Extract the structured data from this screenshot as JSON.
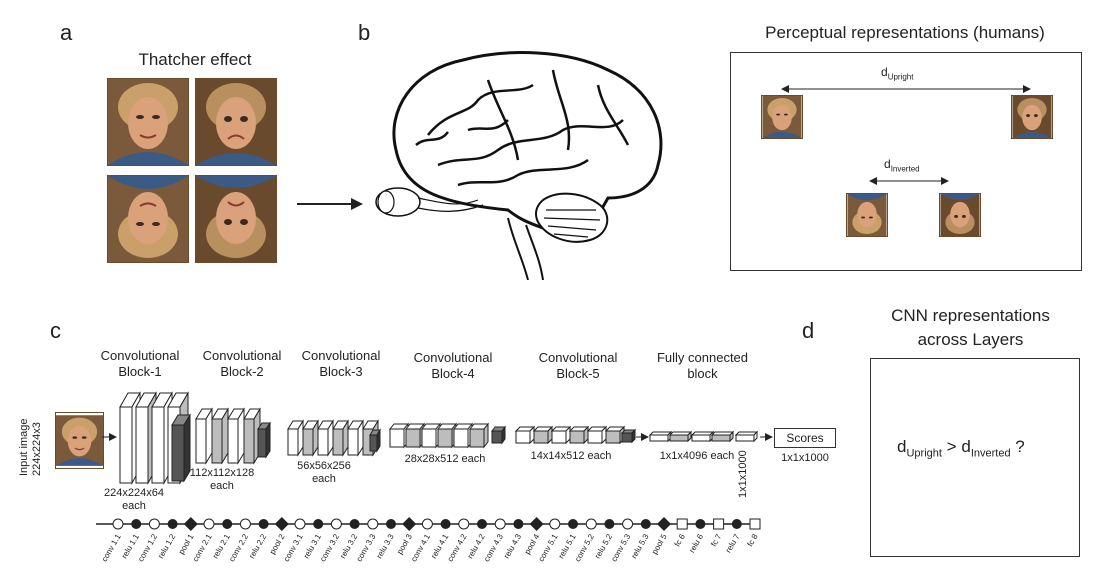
{
  "panel_a": {
    "letter": "a",
    "title": "Thatcher effect"
  },
  "panel_b": {
    "letter": "b",
    "title": "Perceptual representations (humans)",
    "d_upright_main": "d",
    "d_upright_sub": "Upright",
    "d_inverted_main": "d",
    "d_inverted_sub": "Inverted"
  },
  "panel_c": {
    "letter": "c",
    "input_label_1": "Input image",
    "input_label_2": "224x224x3",
    "blocks": [
      {
        "title_1": "Convolutional",
        "title_2": "Block-1",
        "dims_1": "224x224x64",
        "dims_2": "each"
      },
      {
        "title_1": "Convolutional",
        "title_2": "Block-2",
        "dims_1": "112x112x128",
        "dims_2": "each"
      },
      {
        "title_1": "Convolutional",
        "title_2": "Block-3",
        "dims_1": "56x56x256",
        "dims_2": "each"
      },
      {
        "title_1": "Convolutional",
        "title_2": "Block-4",
        "dims_1": "28x28x512 each",
        "dims_2": ""
      },
      {
        "title_1": "Convolutional",
        "title_2": "Block-5",
        "dims_1": "14x14x512 each",
        "dims_2": ""
      },
      {
        "title_1": "Fully connected",
        "title_2": "block",
        "dims_1": "1x1x4096 each",
        "dims_2": ""
      }
    ],
    "fc8_dims": "1x1x1000",
    "scores_label": "Scores",
    "scores_dims": "1x1x1000",
    "layers": [
      {
        "name": "conv 1.1",
        "kind": "conv"
      },
      {
        "name": "relu 1.1",
        "kind": "relu"
      },
      {
        "name": "conv 1.2",
        "kind": "conv"
      },
      {
        "name": "relu 1.2",
        "kind": "relu"
      },
      {
        "name": "pool 1",
        "kind": "pool"
      },
      {
        "name": "conv 2.1",
        "kind": "conv"
      },
      {
        "name": "relu 2.1",
        "kind": "relu"
      },
      {
        "name": "conv 2.2",
        "kind": "conv"
      },
      {
        "name": "relu 2.2",
        "kind": "relu"
      },
      {
        "name": "pool 2",
        "kind": "pool"
      },
      {
        "name": "conv 3.1",
        "kind": "conv"
      },
      {
        "name": "relu 3.1",
        "kind": "relu"
      },
      {
        "name": "conv 3.2",
        "kind": "conv"
      },
      {
        "name": "relu 3.2",
        "kind": "relu"
      },
      {
        "name": "conv 3.3",
        "kind": "conv"
      },
      {
        "name": "relu 3.3",
        "kind": "relu"
      },
      {
        "name": "pool 3",
        "kind": "pool"
      },
      {
        "name": "conv 4.1",
        "kind": "conv"
      },
      {
        "name": "relu 4.1",
        "kind": "relu"
      },
      {
        "name": "conv 4.2",
        "kind": "conv"
      },
      {
        "name": "relu 4.2",
        "kind": "relu"
      },
      {
        "name": "conv 4.3",
        "kind": "conv"
      },
      {
        "name": "relu 4.3",
        "kind": "relu"
      },
      {
        "name": "pool 4",
        "kind": "pool"
      },
      {
        "name": "conv 5.1",
        "kind": "conv"
      },
      {
        "name": "relu 5.1",
        "kind": "relu"
      },
      {
        "name": "conv 5.2",
        "kind": "conv"
      },
      {
        "name": "relu 5.2",
        "kind": "relu"
      },
      {
        "name": "conv 5.3",
        "kind": "conv"
      },
      {
        "name": "relu 5.3",
        "kind": "relu"
      },
      {
        "name": "pool 5",
        "kind": "pool"
      },
      {
        "name": "fc 6",
        "kind": "fc"
      },
      {
        "name": "relu 6",
        "kind": "relu"
      },
      {
        "name": "fc 7",
        "kind": "fc"
      },
      {
        "name": "relu 7",
        "kind": "relu"
      },
      {
        "name": "fc 8",
        "kind": "fc"
      }
    ]
  },
  "panel_d": {
    "letter": "d",
    "title_1": "CNN representations",
    "title_2": "across Layers",
    "expr_d1": "d",
    "expr_sub1": "Upright",
    "expr_op": ">",
    "expr_d2": "d",
    "expr_sub2": "Inverted",
    "expr_q": "?"
  },
  "colors": {
    "stroke": "#222222",
    "layer_light": "#ffffff",
    "layer_mid": "#bdbdbd",
    "layer_dark": "#555555",
    "face_skin": "#d9a27a",
    "face_bg": "#7a5a3a",
    "face_hair": "#c9a06a",
    "face_blouse": "#3b5a86"
  }
}
